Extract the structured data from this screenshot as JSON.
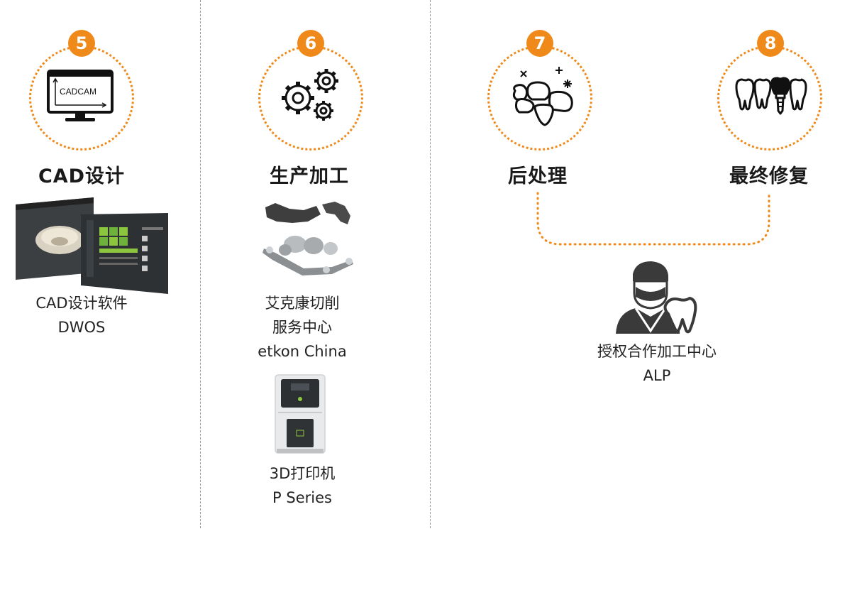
{
  "accent_color": "#ef8a1a",
  "stages": [
    {
      "number": "5",
      "title": "CAD设计",
      "icon": "cad-monitor-icon",
      "icon_label": "CADCAM"
    },
    {
      "number": "6",
      "title": "生产加工",
      "icon": "gears-icon"
    },
    {
      "number": "7",
      "title": "后处理",
      "icon": "polishing-teeth-icon"
    },
    {
      "number": "8",
      "title": "最终修复",
      "icon": "teeth-implant-icon"
    }
  ],
  "products": {
    "cad_software": {
      "line1": "CAD设计软件",
      "line2": "DWOS"
    },
    "milling": {
      "line1": "艾克康切削",
      "line2": "服务中心",
      "line3": "etkon China"
    },
    "printer": {
      "line1": "3D打印机",
      "line2": "P Series"
    },
    "alp": {
      "line1": "授权合作加工中心",
      "line2": "ALP"
    }
  }
}
